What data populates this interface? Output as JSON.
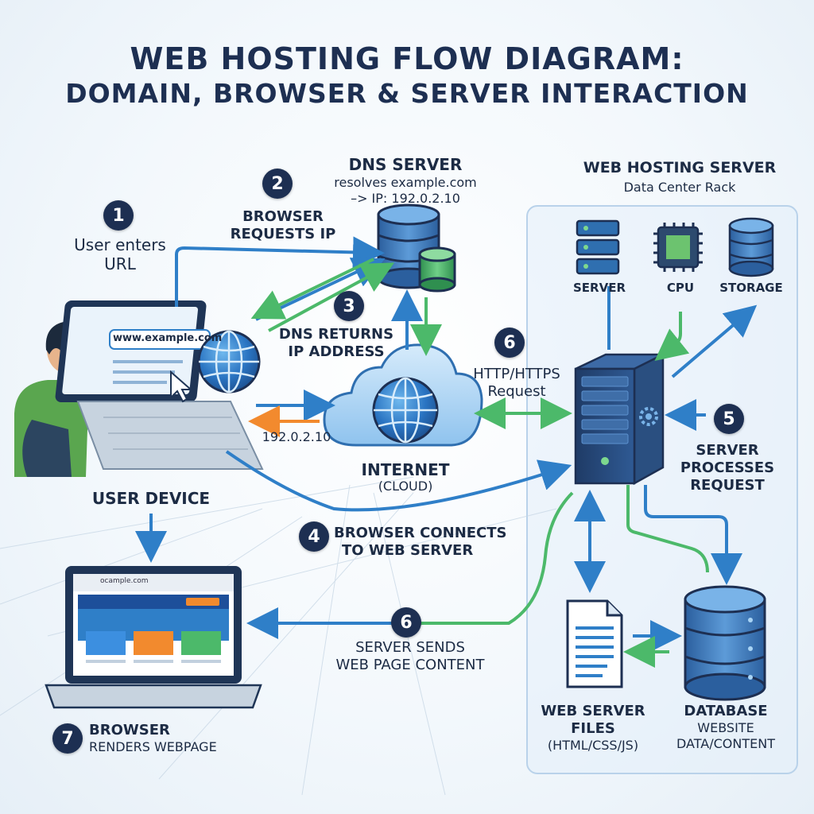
{
  "title": {
    "line1": "WEB HOSTING FLOW DIAGRAM:",
    "line2": "DOMAIN, BROWSER & SERVER INTERACTION"
  },
  "steps": [
    {
      "number": "1",
      "label_line1": "User enters",
      "label_line2": "URL"
    },
    {
      "number": "2",
      "label_line1": "BROWSER",
      "label_line2": "REQUESTS IP"
    },
    {
      "number": "3",
      "label_line1": "DNS RETURNS",
      "label_line2": "IP ADDRESS"
    },
    {
      "number": "4",
      "label_line1": "BROWSER CONNECTS",
      "label_line2": "TO WEB SERVER"
    },
    {
      "number": "5",
      "label_line1": "SERVER",
      "label_line2": "PROCESSES",
      "label_line3": "REQUEST"
    },
    {
      "number": "6",
      "label_line1": "HTTP/HTTPS",
      "label_line2": "Request"
    },
    {
      "number": "6",
      "label_line1": "SERVER SENDS",
      "label_line2": "WEB PAGE CONTENT"
    },
    {
      "number": "7",
      "label_line1": "BROWSER",
      "label_line2": "RENDERS WEBPAGE"
    }
  ],
  "dns": {
    "title": "DNS SERVER",
    "line1": "resolves example.com",
    "line2": "–> IP: 192.0.2.10"
  },
  "hosting": {
    "title": "WEB HOSTING SERVER",
    "subtitle": "Data Center Rack",
    "components": [
      "SERVER",
      "CPU",
      "STORAGE"
    ]
  },
  "internet": {
    "line1": "INTERNET",
    "line2": "(CLOUD)"
  },
  "user_device": {
    "label": "USER DEVICE",
    "url": "www.example.com"
  },
  "ip_label": "192.0.2.10",
  "rendered_browser": {
    "url": "ocample.com"
  },
  "files": {
    "line1": "WEB SERVER",
    "line2": "FILES",
    "line3": "(HTML/CSS/JS)"
  },
  "database": {
    "line1": "DATABASE",
    "line2": "WEBSITE",
    "line3": "DATA/CONTENT"
  },
  "colors": {
    "navy": "#1d2f52",
    "blue": "#2f7fc8",
    "green": "#4cb96a",
    "orange": "#f28a2e"
  },
  "icons": [
    "globe-icon",
    "cursor-icon",
    "database-icon",
    "cloud-icon",
    "server-tower-icon",
    "gear-icon",
    "cpu-icon",
    "document-icon",
    "person-icon",
    "laptop-icon"
  ]
}
